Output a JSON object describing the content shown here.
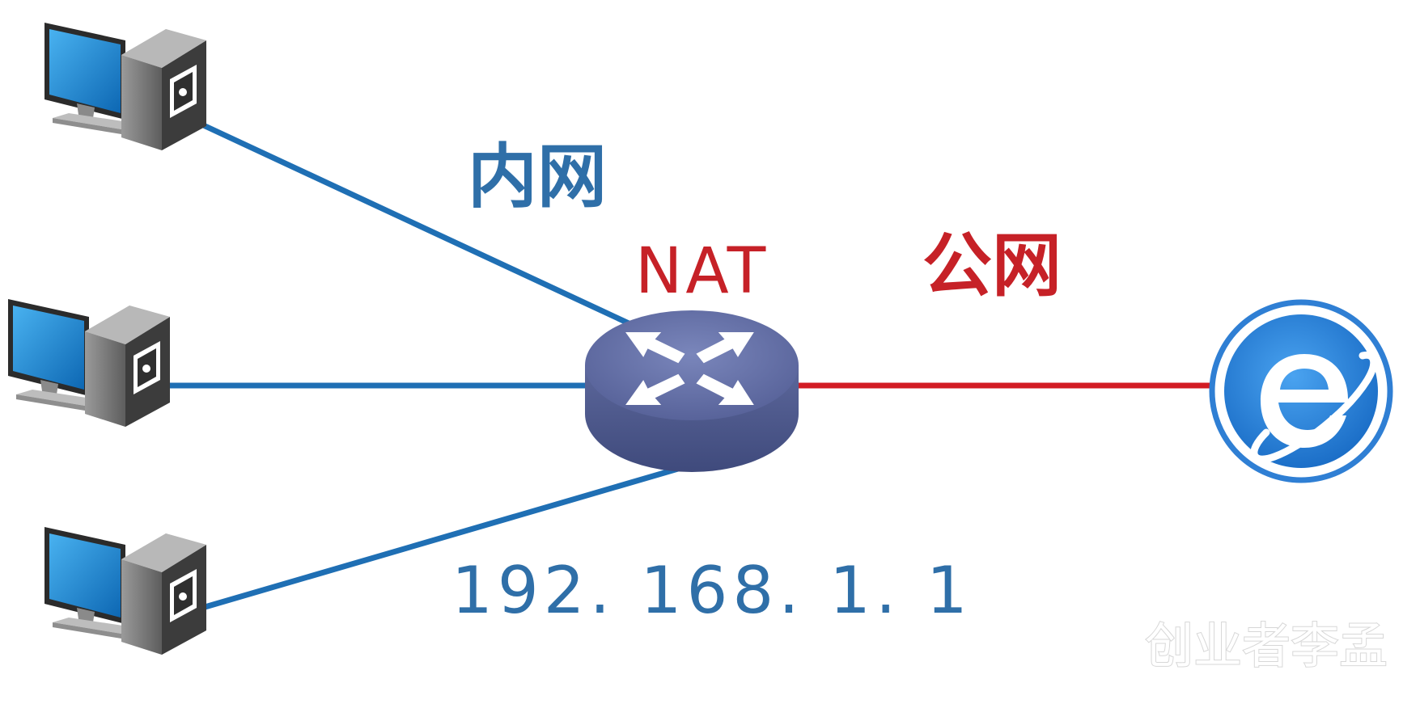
{
  "labels": {
    "inner_network": "内网",
    "device": "NAT",
    "public_network": "公网",
    "ip_address": "192. 168. 1. 1"
  },
  "watermark": "创业者李孟",
  "colors": {
    "inner_link": "#1f6fb4",
    "public_link": "#d21c24",
    "router_body": "#5a6496",
    "router_top": "#6672a6",
    "browser_icon": "#2f7fd4",
    "monitor_screen": "#1e88d4",
    "pc_case": "#707070"
  },
  "nodes": [
    {
      "type": "computer",
      "icon": "desktop-pc-icon"
    },
    {
      "type": "computer",
      "icon": "desktop-pc-icon"
    },
    {
      "type": "computer",
      "icon": "desktop-pc-icon"
    },
    {
      "type": "router",
      "icon": "router-icon"
    },
    {
      "type": "internet",
      "icon": "internet-explorer-icon"
    }
  ]
}
